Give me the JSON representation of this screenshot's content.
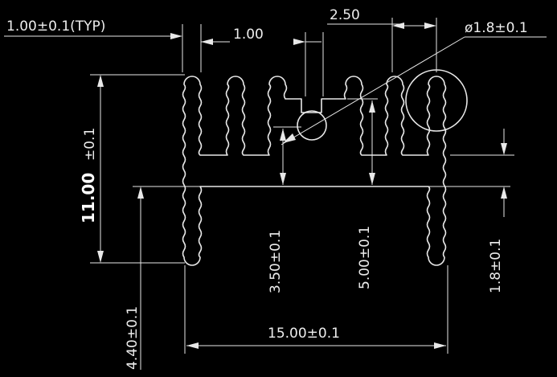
{
  "drawing": {
    "labels": {
      "fin_thickness": "1.00±0.1(TYP)",
      "gap": "1.00",
      "pitch": "2.50",
      "hole_dia": "ø1.8±0.1",
      "height_main": "11.00",
      "height_main_tol": "±0.1",
      "base_height": "3.50±0.1",
      "slot_height": "5.00±0.1",
      "pin_offset": "1.8±0.1",
      "pin_length": "4.40±0.1",
      "total_width": "15.00±0.1"
    },
    "colors": {
      "background": "#000000",
      "line": "#e8e8e8",
      "text": "#ededed"
    }
  }
}
